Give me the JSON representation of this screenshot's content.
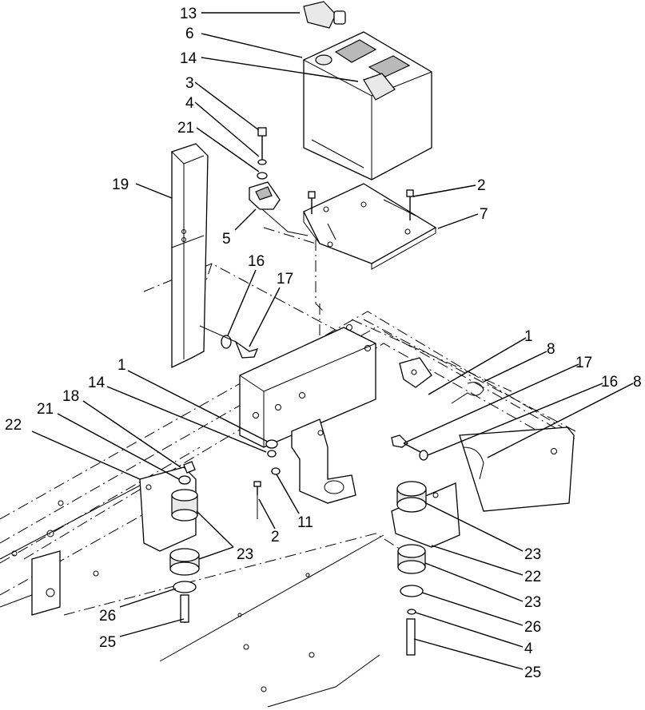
{
  "labels": [
    {
      "id": "13",
      "text": "13"
    },
    {
      "id": "6",
      "text": "6"
    },
    {
      "id": "14a",
      "text": "14"
    },
    {
      "id": "3",
      "text": "3"
    },
    {
      "id": "4a",
      "text": "4"
    },
    {
      "id": "21a",
      "text": "21"
    },
    {
      "id": "19",
      "text": "19"
    },
    {
      "id": "2a",
      "text": "2"
    },
    {
      "id": "7",
      "text": "7"
    },
    {
      "id": "5",
      "text": "5"
    },
    {
      "id": "16a",
      "text": "16"
    },
    {
      "id": "17a",
      "text": "17"
    },
    {
      "id": "1a",
      "text": "1"
    },
    {
      "id": "8a",
      "text": "8"
    },
    {
      "id": "17b",
      "text": "17"
    },
    {
      "id": "16b",
      "text": "16"
    },
    {
      "id": "8b",
      "text": "8"
    },
    {
      "id": "1b",
      "text": "1"
    },
    {
      "id": "14b",
      "text": "14"
    },
    {
      "id": "18",
      "text": "18"
    },
    {
      "id": "21b",
      "text": "21"
    },
    {
      "id": "22a",
      "text": "22"
    },
    {
      "id": "11",
      "text": "11"
    },
    {
      "id": "2b",
      "text": "2"
    },
    {
      "id": "23a",
      "text": "23"
    },
    {
      "id": "26a",
      "text": "26"
    },
    {
      "id": "25a",
      "text": "25"
    },
    {
      "id": "23b",
      "text": "23"
    },
    {
      "id": "22b",
      "text": "22"
    },
    {
      "id": "23c",
      "text": "23"
    },
    {
      "id": "26b",
      "text": "26"
    },
    {
      "id": "4b",
      "text": "4"
    },
    {
      "id": "25b",
      "text": "25"
    }
  ]
}
